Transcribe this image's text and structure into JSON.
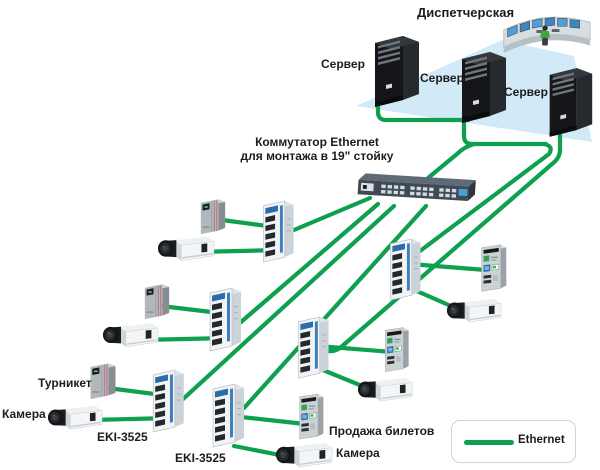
{
  "diagram": {
    "dispatcher_label": "Диспетчерская",
    "servers": [
      "Сервер",
      "Сервер",
      "Сервер"
    ],
    "switch_label_line1": "Коммутатор Ethernet",
    "switch_label_line2": "для монтажа в 19\" стойку",
    "turnstile_label": "Турникет",
    "camera_label_left": "Камера",
    "eki_label_1": "EKI-3525",
    "eki_label_2": "EKI-3525",
    "ticket_sales_label": "Продажа билетов",
    "camera_label_bottom": "Камера",
    "legend": {
      "ethernet": "Ethernet"
    },
    "colors": {
      "ethernet_line": "#0ea04f",
      "projection_beam": "#d2eaf8",
      "eki_accent_blue": "#2c6cab",
      "screen_blue": "#4f9fd8"
    }
  }
}
